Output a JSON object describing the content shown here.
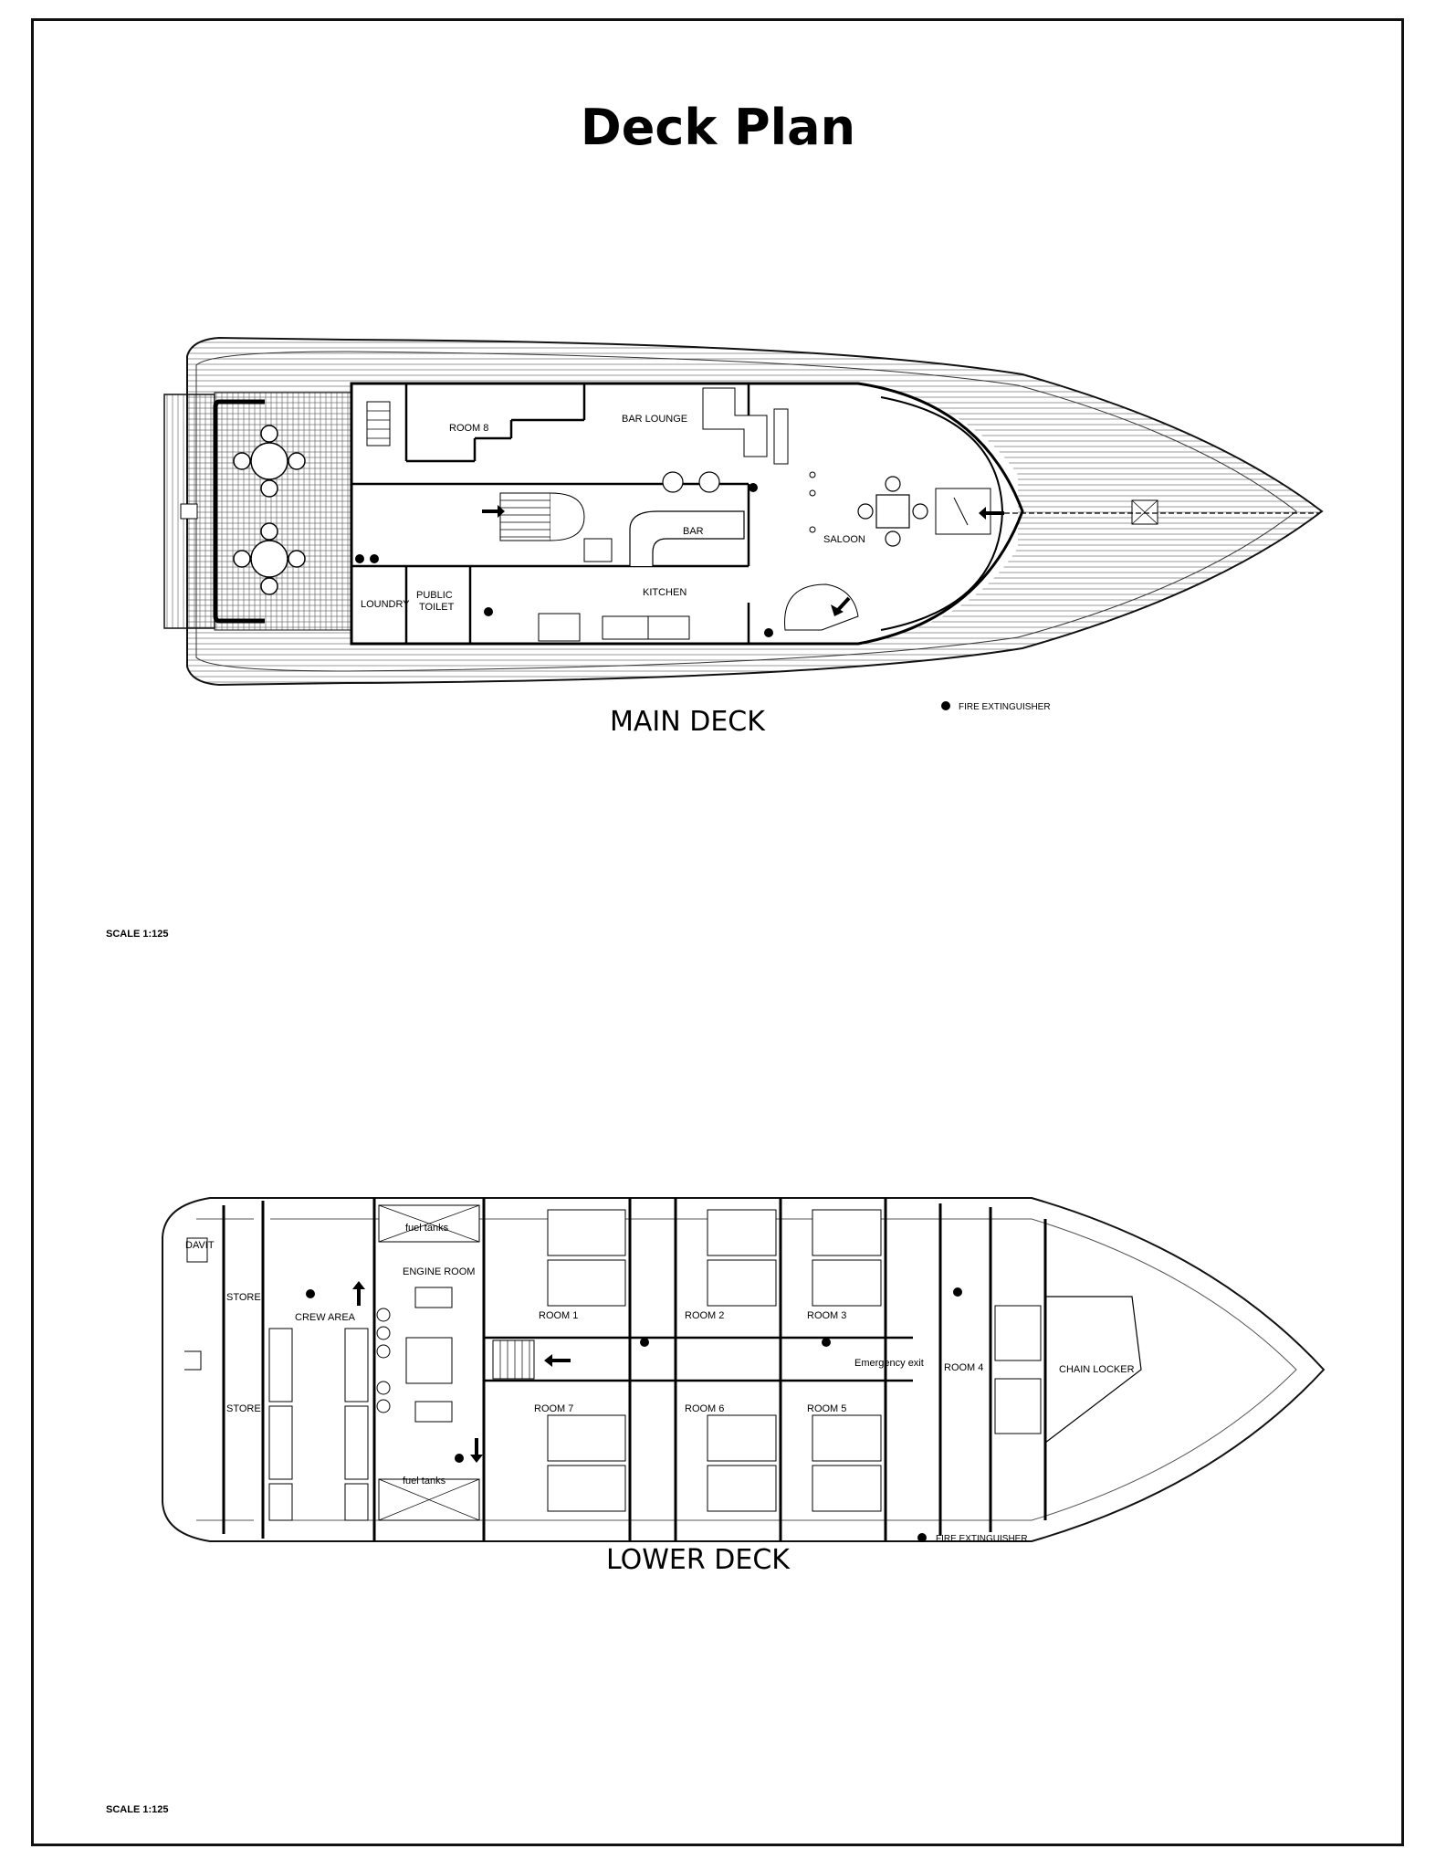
{
  "title": "Deck Plan",
  "main_deck": {
    "name": "MAIN DECK",
    "scale": "SCALE  1:125",
    "legend": "FIRE EXTINGUISHER",
    "rooms": {
      "room8": "ROOM 8",
      "bar_lounge": "BAR LOUNGE",
      "bar": "BAR",
      "saloon": "SALOON",
      "kitchen": "KITCHEN",
      "laundry": "LOUNDRY",
      "public_toilet_1": "PUBLIC",
      "public_toilet_2": "TOILET"
    }
  },
  "lower_deck": {
    "name": "LOWER DECK",
    "scale": "SCALE  1:125",
    "legend": "FIRE EXTINGUISHER",
    "rooms": {
      "davit": "DAVIT",
      "store_top": "STORE",
      "store_bottom": "STORE",
      "crew_area": "CREW AREA",
      "fuel_tanks_top": "fuel tanks",
      "fuel_tanks_bottom": "fuel tanks",
      "engine_room": "ENGINE ROOM",
      "room1": "ROOM 1",
      "room2": "ROOM 2",
      "room3": "ROOM 3",
      "room4": "ROOM 4",
      "room5": "ROOM 5",
      "room6": "ROOM 6",
      "room7": "ROOM 7",
      "emergency_exit": "Emergency exit",
      "chain_locker": "CHAIN LOCKER"
    }
  }
}
